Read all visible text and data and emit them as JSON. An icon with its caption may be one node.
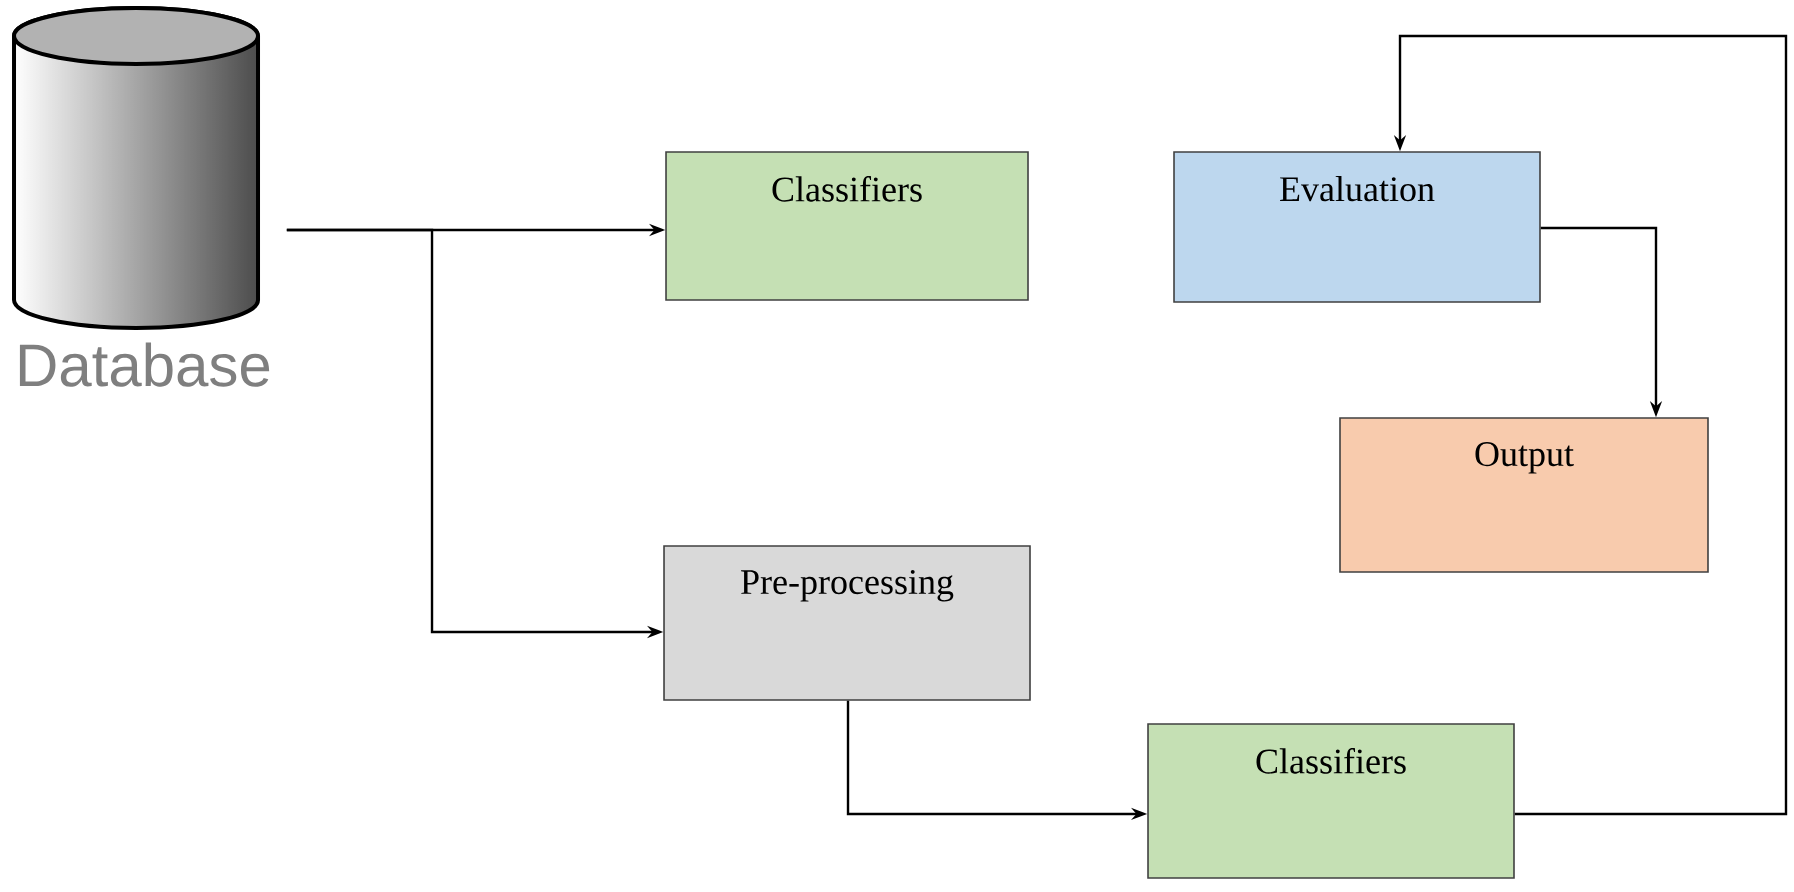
{
  "diagram": {
    "nodes": [
      {
        "text": [
          "Database"
        ]
      },
      {
        "text": [
          "Classifiers"
        ]
      },
      {
        "text": [
          "Evaluation"
        ]
      },
      {
        "text": [
          "Output"
        ]
      },
      {
        "text": [
          "Pre-processing"
        ]
      },
      {
        "text": [
          "Classifiers"
        ]
      }
    ],
    "edges": [
      {
        "from": 0,
        "to": 1,
        "arrow": "to"
      },
      {
        "from": 0,
        "to": 4,
        "arrow": "to"
      },
      {
        "from": 2,
        "to": 3,
        "arrow": "to"
      },
      {
        "from": 4,
        "to": 5,
        "arrow": "to"
      },
      {
        "from": 5,
        "to": 2,
        "arrow": "to"
      }
    ]
  }
}
